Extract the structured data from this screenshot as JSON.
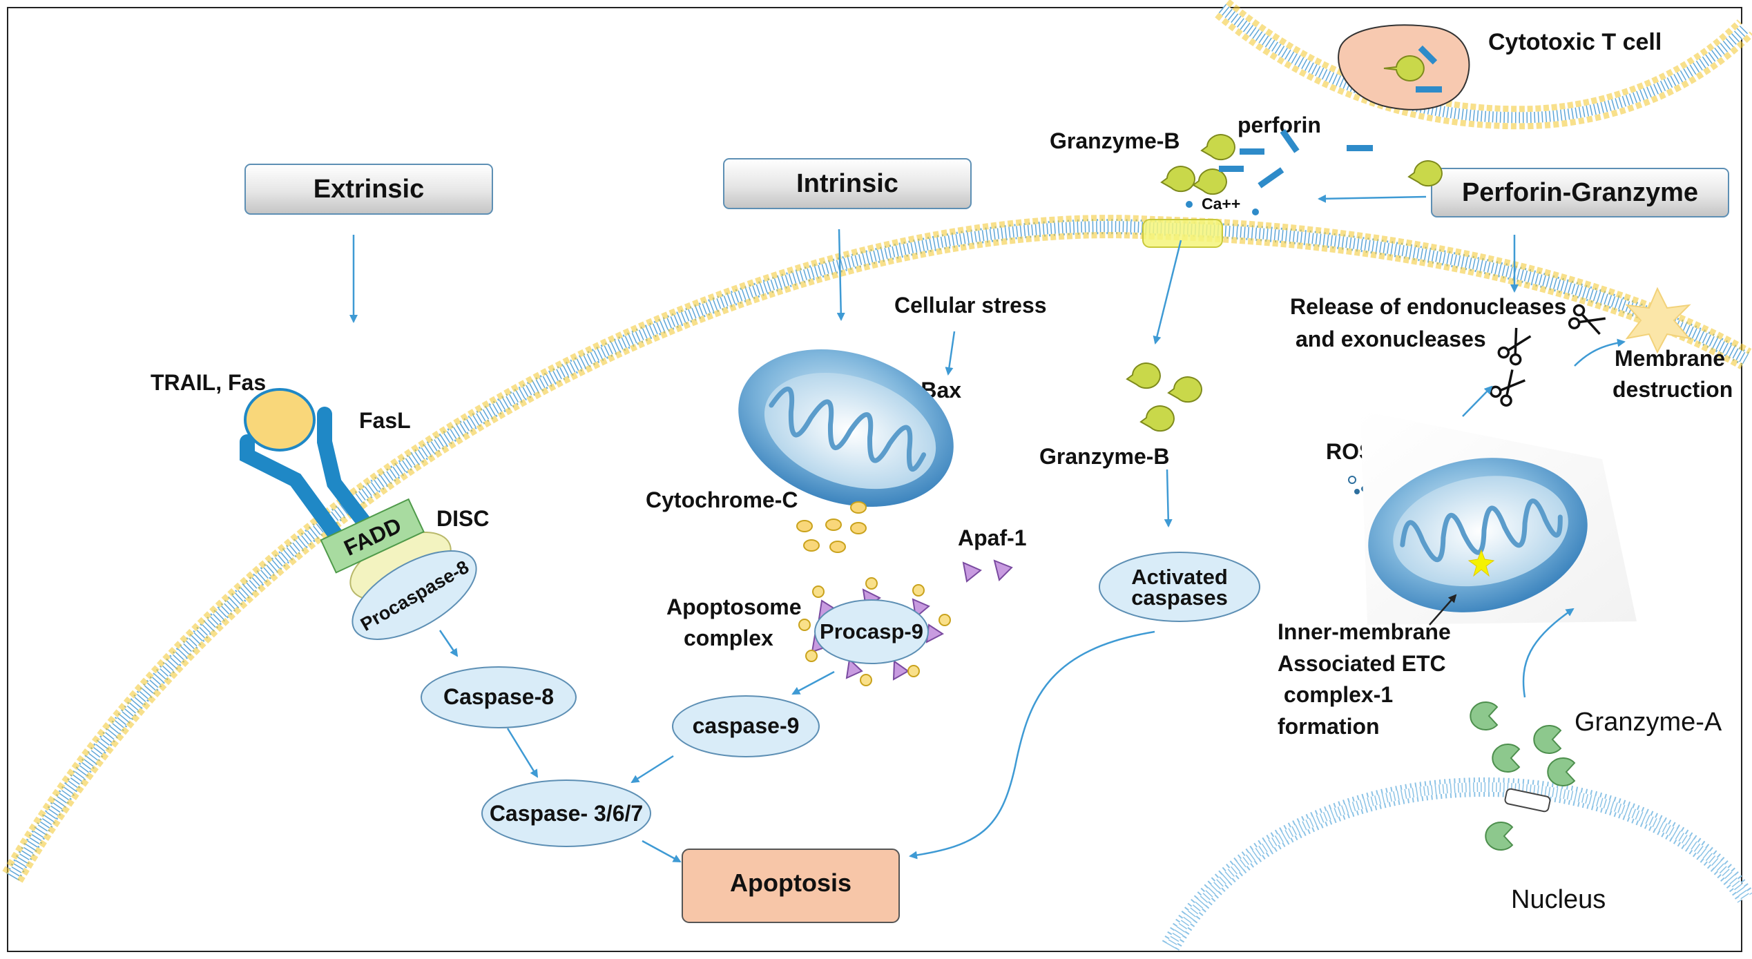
{
  "headers": {
    "extrinsic": "Extrinsic",
    "intrinsic": "Intrinsic",
    "perforin_granzyme": "Perforin-Granzyme"
  },
  "extrinsic": {
    "trail_fas": "TRAIL, Fas",
    "fasl": "FasL",
    "disc": "DISC",
    "fadd": "FADD",
    "procaspase8": "Procaspase-8",
    "caspase8": "Caspase-8",
    "caspase367": "Caspase- 3/6/7"
  },
  "intrinsic": {
    "cellular_stress": "Cellular stress",
    "bid_bax": "Bid, Bax",
    "cytochrome_c": "Cytochrome-C",
    "apaf1": "Apaf-1",
    "apoptosome_line1": "Apoptosome",
    "apoptosome_line2": "complex",
    "procasp9": "Procasp-9",
    "caspase9": "caspase-9"
  },
  "apoptosis": "Apoptosis",
  "perforin": {
    "cytotoxic_t_cell": "Cytotoxic T cell",
    "granzyme_b_top": "Granzyme-B",
    "perforin": "perforin",
    "ca": "Ca++",
    "granzyme_b_mid": "Granzyme-B",
    "activated_line1": "Activated",
    "activated_line2": "caspases",
    "release_line1": "Release of endonucleases",
    "release_line2": "and exonucleases",
    "membrane_line1": "Membrane",
    "membrane_line2": "destruction",
    "ros": "ROS",
    "etc_line1": "Inner-membrane",
    "etc_line2": "Associated ETC",
    "etc_line3": " complex-1",
    "etc_line4": "formation",
    "granzyme_a": "Granzyme-A",
    "nucleus": "Nucleus"
  },
  "colors": {
    "arrow": "#3e9ad4",
    "ellipse_fill": "#d9ecf8",
    "ellipse_stroke": "#5d8fb4",
    "apoptosis_fill": "#f7c6a8",
    "membrane_head": "#f2c62b",
    "receptor_blue": "#1f88c6",
    "granzyme_b": "#c9d84a",
    "granzyme_a": "#8dc88d",
    "perforin_bar": "#2e8bc9",
    "apaf": "#c89be0"
  }
}
